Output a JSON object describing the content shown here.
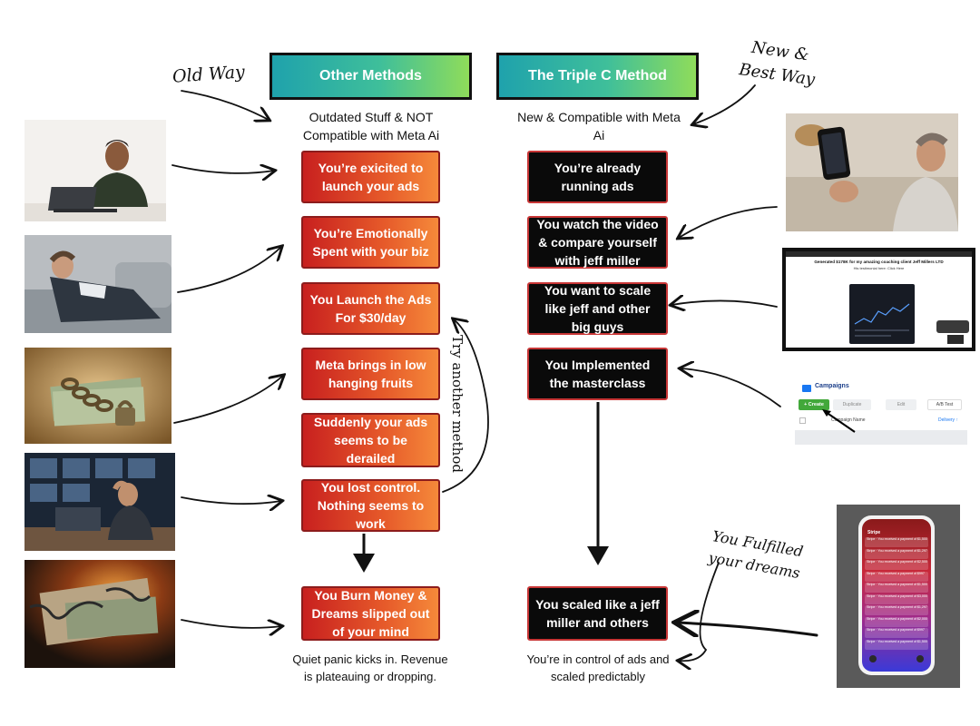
{
  "headers": {
    "left": "Other Methods",
    "right": "The Triple C Method"
  },
  "subtitles": {
    "left": "Outdated Stuff & NOT Compatible with Meta Ai",
    "right": "New & Compatible with Meta Ai"
  },
  "handwritten": {
    "old_way": "Old Way",
    "new_best_way": "New & Best Way",
    "try_another": "Try another method",
    "fulfilled": "You Fulfilled your dreams"
  },
  "left_steps": [
    "You’re exicited to launch your ads",
    "You’re Emotionally Spent with your biz",
    "You Launch the Ads For $30/day",
    "Meta brings in low hanging fruits",
    "Suddenly your ads seems to be derailed",
    "You lost control. Nothing seems to work",
    "You Burn Money & Dreams slipped out of your mind"
  ],
  "right_steps": [
    "You’re already running ads",
    "You watch the video & compare yourself with jeff miller",
    "You want to scale like jeff and other big guys",
    "You Implemented the masterclass",
    "You scaled like a jeff miller and others"
  ],
  "footers": {
    "left": "Quiet panic kicks in. Revenue is plateauing or dropping.",
    "right": "You’re in control of ads and scaled predictably"
  },
  "screenshot_laptop": {
    "headline": "Generated $178K for my amazing coaching client Jeff Millers LTD",
    "subline": "His testimonial here: Click Here"
  },
  "screenshot_ads": {
    "campaigns": "Campaigns",
    "create": "+ Create",
    "duplicate": "Duplicate",
    "edit": "Edit",
    "ab_test": "A/B Test",
    "campaign_name": "Campaign Name",
    "delivery": "Delivery ↑"
  },
  "phone": {
    "app": "Stripe",
    "notification": "You received a payment",
    "amounts": [
      "$1,500",
      "$1,297",
      "$2,500",
      "$997",
      "$1,500",
      "$3,000",
      "$1,297",
      "$2,000",
      "$997",
      "$1,500"
    ]
  },
  "colors": {
    "header_gradient": [
      "#1fa2ac",
      "#8fdc5a"
    ],
    "red_box": [
      "#c8201f",
      "#f5893a"
    ],
    "black_box": "#0a0a0a",
    "black_box_border": "#c83636"
  }
}
